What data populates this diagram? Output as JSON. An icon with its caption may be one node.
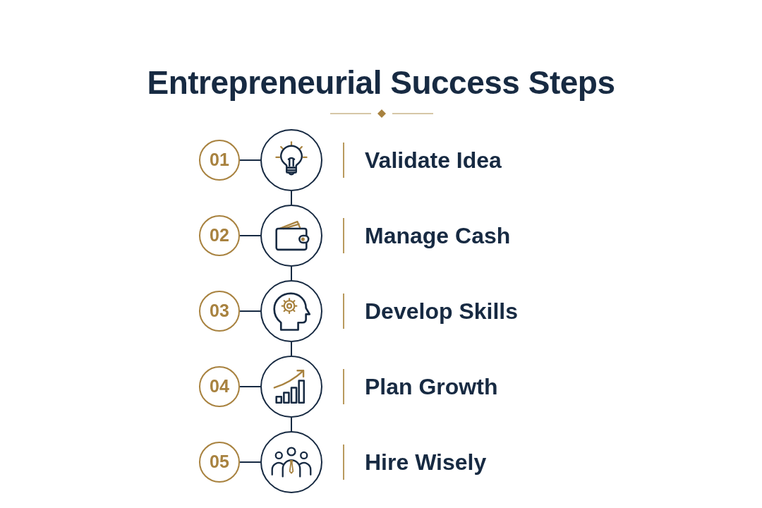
{
  "diagram": {
    "title": "Entrepreneurial Success Steps",
    "nodes": [
      {
        "text": [
          "01"
        ]
      },
      {
        "text": [],
        "shape": "circle",
        "beside": [
          "Validate Idea"
        ]
      },
      {
        "text": [
          "02"
        ]
      },
      {
        "text": [],
        "shape": "circle",
        "beside": [
          "Manage Cash"
        ]
      },
      {
        "text": [
          "03"
        ]
      },
      {
        "text": [],
        "shape": "circle",
        "beside": [
          "Develop Skills"
        ]
      },
      {
        "text": [
          "04"
        ]
      },
      {
        "text": [],
        "shape": "circle",
        "beside": [
          "Plan Growth"
        ]
      },
      {
        "text": [
          "05"
        ]
      },
      {
        "text": [],
        "shape": "circle",
        "beside": [
          "Hire Wisely"
        ]
      }
    ],
    "edges": [
      {
        "from": 0,
        "to": 1,
        "arrow": "none"
      },
      {
        "from": 1,
        "to": 3,
        "arrow": "none"
      },
      {
        "from": 2,
        "to": 3,
        "arrow": "none"
      },
      {
        "from": 3,
        "to": 5,
        "arrow": "none"
      },
      {
        "from": 4,
        "to": 5,
        "arrow": "none"
      },
      {
        "from": 5,
        "to": 7,
        "arrow": "none"
      },
      {
        "from": 6,
        "to": 7,
        "arrow": "none"
      },
      {
        "from": 7,
        "to": 9,
        "arrow": "none"
      },
      {
        "from": 8,
        "to": 9,
        "arrow": "none"
      }
    ]
  }
}
